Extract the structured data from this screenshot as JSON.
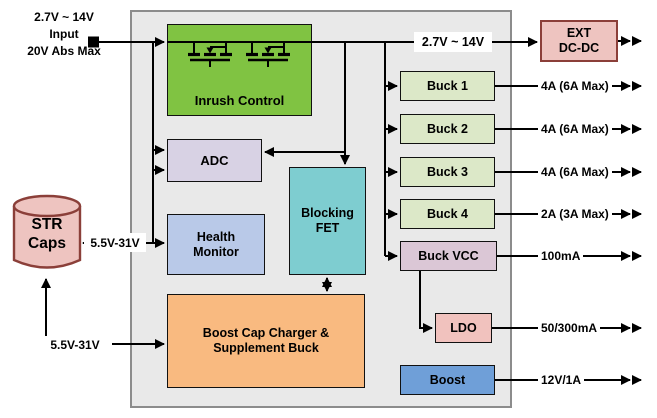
{
  "input": {
    "voltage": "2.7V ~ 14V",
    "name": "Input",
    "abs_max": "20V Abs Max"
  },
  "storage": {
    "title_line1": "STR",
    "title_line2": "Caps",
    "bus_label": "5.5V-31V",
    "charge_label": "5.5V-31V"
  },
  "top_bus_label": "2.7V ~ 14V",
  "blocks": {
    "inrush": "Inrush Control",
    "adc": "ADC",
    "health_line1": "Health",
    "health_line2": "Monitor",
    "blocking_line1": "Blocking",
    "blocking_line2": "FET",
    "boostcap_line1": "Boost Cap Charger &",
    "boostcap_line2": "Supplement Buck",
    "buck1": "Buck 1",
    "buck2": "Buck 2",
    "buck3": "Buck 3",
    "buck4": "Buck 4",
    "buckvcc": "Buck VCC",
    "ldo": "LDO",
    "boost": "Boost",
    "ext_line1": "EXT",
    "ext_line2": "DC-DC"
  },
  "outputs": {
    "buck1": "4A (6A Max)",
    "buck2": "4A (6A Max)",
    "buck3": "4A (6A Max)",
    "buck4": "2A (3A Max)",
    "buckvcc": "100mA",
    "ldo": "50/300mA",
    "boost": "12V/1A"
  },
  "colors": {
    "container_bg": "#e9e9e9",
    "inrush_green": "#80c342",
    "adc_lavender": "#d8d2e4",
    "health_blue": "#b9c9e8",
    "blocking_teal": "#7ecdd0",
    "boostcap_orange": "#f9ba80",
    "buck_green": "#dce8c8",
    "buckvcc_mauve": "#dbc7d6",
    "ldo_pink": "#f1c2be",
    "boost_blue": "#6f9fd8",
    "ext_pink": "#eec4c0",
    "maroon_border": "#8b3f39",
    "wire_black": "#000000"
  }
}
